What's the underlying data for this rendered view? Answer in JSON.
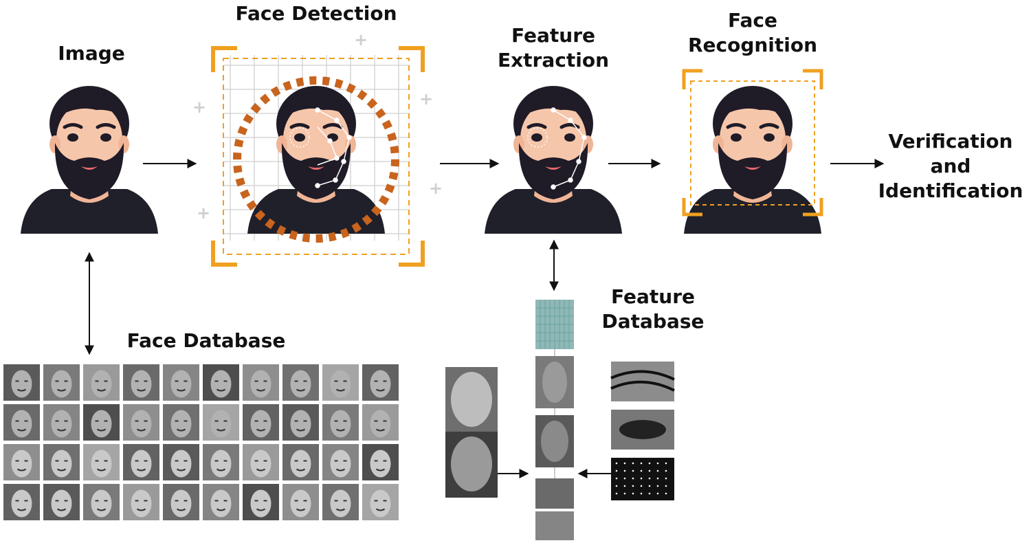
{
  "stages": [
    {
      "id": "image",
      "label": "Image"
    },
    {
      "id": "face_detection",
      "label": "Face Detection"
    },
    {
      "id": "feature_extraction",
      "label": "Feature Extraction"
    },
    {
      "id": "face_recognition",
      "label": "Face Recognition"
    },
    {
      "id": "output",
      "label": "Verification and Identification"
    }
  ],
  "databases": {
    "face": {
      "label": "Face Database",
      "rows": 4,
      "cols": 10
    },
    "feature": {
      "label": "Feature Database"
    }
  },
  "colors": {
    "orange": "#f0a020",
    "dark_orange": "#c8641e",
    "hair": "#1f1b27",
    "skin": "#f4c2a8",
    "shirt": "#20202a",
    "arrow": "#111111"
  }
}
